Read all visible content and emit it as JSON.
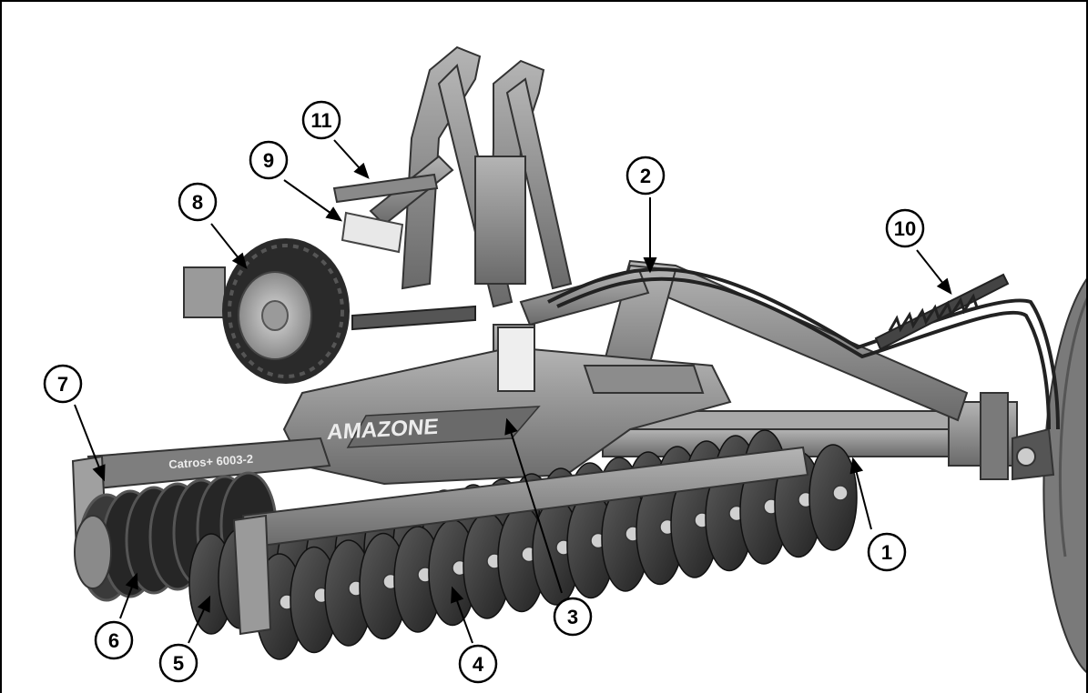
{
  "figure": {
    "brand_text": "AMAZONE",
    "model_text": "Catros+ 6003-2",
    "colors": {
      "border": "#000000",
      "background": "#ffffff",
      "metal_light": "#9a9a9a",
      "metal_mid": "#6e6e6e",
      "metal_dark": "#3a3a3a",
      "tyre": "#2a2a2a"
    }
  },
  "callouts": [
    {
      "label": "1"
    },
    {
      "label": "2"
    },
    {
      "label": "3"
    },
    {
      "label": "4"
    },
    {
      "label": "5"
    },
    {
      "label": "6"
    },
    {
      "label": "7"
    },
    {
      "label": "8"
    },
    {
      "label": "9"
    },
    {
      "label": "10"
    },
    {
      "label": "11"
    }
  ]
}
